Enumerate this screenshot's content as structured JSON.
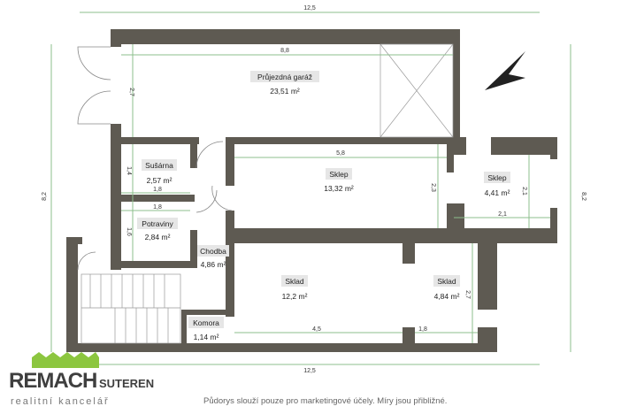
{
  "rooms": [
    {
      "name": "Průjezdná garáž",
      "area": "23,51 m²"
    },
    {
      "name": "Sušárna",
      "area": "2,57 m²"
    },
    {
      "name": "Potraviny",
      "area": "2,84 m²"
    },
    {
      "name": "Chodba",
      "area": "4,86 m²"
    },
    {
      "name": "Sklep",
      "area": "13,32 m²"
    },
    {
      "name": "Sklep",
      "area": "4,41 m²"
    },
    {
      "name": "Sklad",
      "area": "12,2 m²"
    },
    {
      "name": "Sklad",
      "area": "4,84 m²"
    },
    {
      "name": "Komora",
      "area": "1,14 m²"
    }
  ],
  "dimensions": {
    "top": "12,5",
    "bottom": "12,5",
    "left": "8,2",
    "right": "8,2",
    "garage_w": "8,8",
    "garage_h": "2,7",
    "sklep_w": "5,8",
    "sklep_h": "2,3",
    "susarna_h": "1,4",
    "susarna_w": "1,8",
    "potraviny_w": "1,8",
    "potraviny_h": "1,6",
    "sklep2_w": "2,1",
    "sklep2_h": "2,1",
    "sklad_w": "4,5",
    "sklad2_w": "1,8",
    "sklad2_h": "2,7"
  },
  "footer": "Půdorys slouží pouze pro marketingové účely. Míry jsou přibližné.",
  "logo": {
    "name": "REMACH",
    "sub": "SUTEREN",
    "tagline": "realitní kancelář"
  },
  "colors": {
    "wall": "#5e5a52",
    "dimension": "#8cbf8c",
    "logo_green": "#8cc63f"
  },
  "icons": {
    "compass": "north-arrow-icon"
  }
}
